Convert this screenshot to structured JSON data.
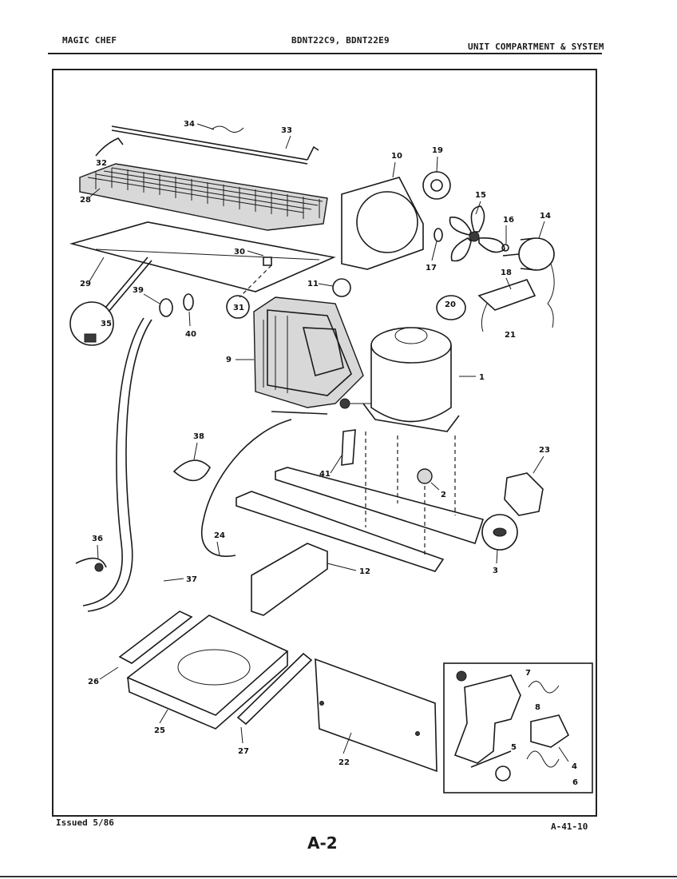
{
  "header": {
    "brand": "MAGIC CHEF",
    "model": "BDNT22C9, BDNT22E9",
    "section": "UNIT COMPARTMENT & SYSTEM"
  },
  "footer": {
    "issued": "Issued 5/86",
    "page_ref": "A-41-10",
    "page_code": "A-2"
  },
  "callouts": [
    "1",
    "2",
    "3",
    "4",
    "5",
    "6",
    "7",
    "8",
    "9",
    "10",
    "11",
    "12",
    "14",
    "15",
    "16",
    "17",
    "18",
    "19",
    "20",
    "21",
    "22",
    "23",
    "24",
    "25",
    "26",
    "27",
    "28",
    "29",
    "30",
    "31",
    "32",
    "33",
    "34",
    "35",
    "36",
    "37",
    "38",
    "39",
    "40",
    "41"
  ]
}
